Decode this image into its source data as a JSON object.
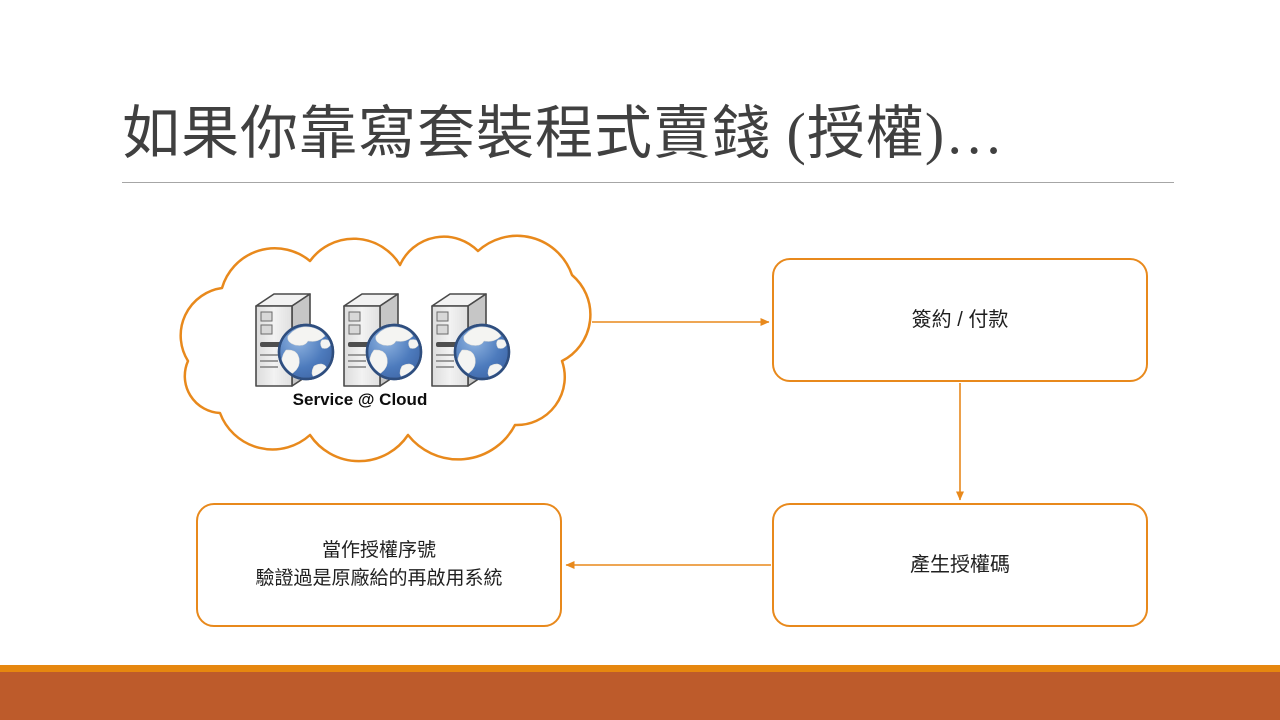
{
  "slide": {
    "title": "如果你靠寫套裝程式賣錢 (授權)…"
  },
  "diagram": {
    "cloud": {
      "label": "Service @ Cloud",
      "icon": "server-globe-icon",
      "server_count": 3
    },
    "nodes": [
      {
        "id": "service-cloud",
        "label": "Service @ Cloud",
        "shape": "cloud"
      },
      {
        "id": "sign-pay",
        "label": "簽約 / 付款",
        "shape": "rounded-rect"
      },
      {
        "id": "generate-license",
        "label": "產生授權碼",
        "shape": "rounded-rect"
      },
      {
        "id": "license-serial",
        "label_line1": "當作授權序號",
        "label_line2": "驗證過是原廠給的再啟用系統",
        "shape": "rounded-rect"
      }
    ],
    "edges": [
      {
        "from": "service-cloud",
        "to": "sign-pay",
        "direction": "right"
      },
      {
        "from": "sign-pay",
        "to": "generate-license",
        "direction": "down"
      },
      {
        "from": "generate-license",
        "to": "license-serial",
        "direction": "left"
      }
    ]
  },
  "theme": {
    "colors": {
      "accent": "#E8891C",
      "title_text": "#404040",
      "rule": "#A6A6A6",
      "footer_stripe": "#E6870F",
      "footer_band": "#BD5B2B"
    }
  }
}
